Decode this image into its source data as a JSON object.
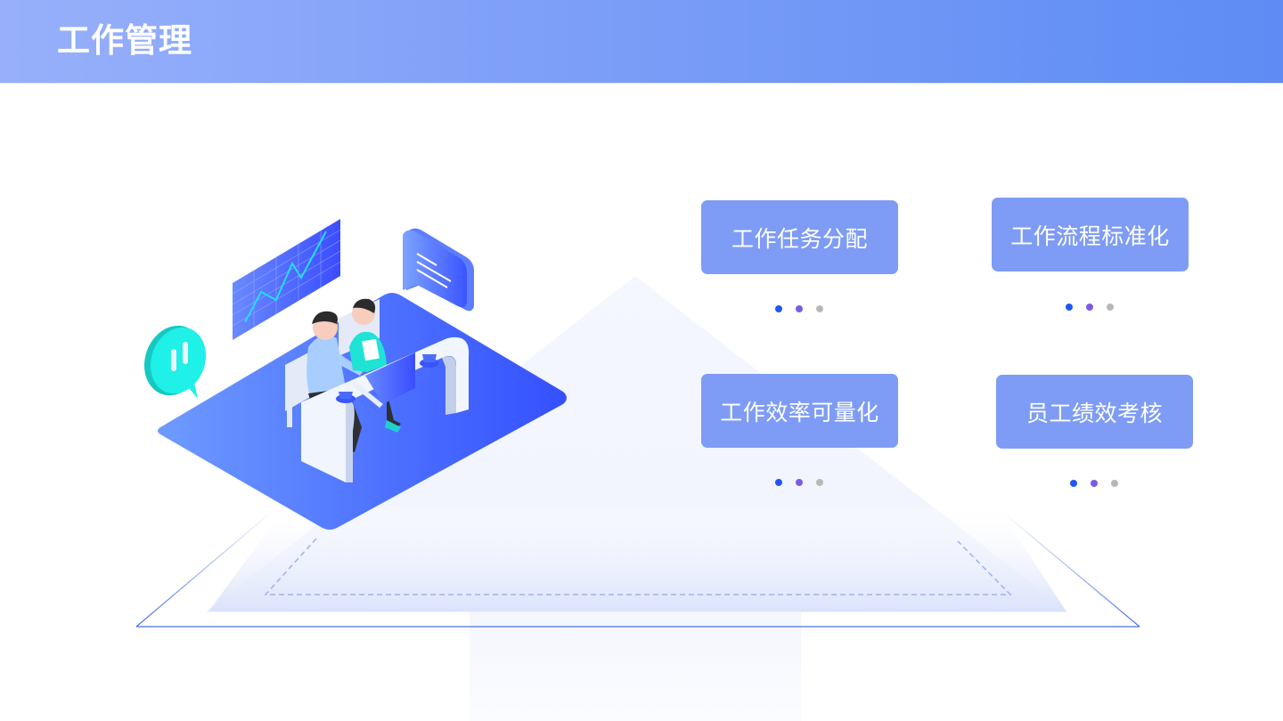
{
  "header": {
    "title": "工作管理",
    "gradient_start": "#98b0fb",
    "gradient_end": "#5d8cf4"
  },
  "cards": [
    {
      "label": "工作任务分配"
    },
    {
      "label": "工作流程标准化"
    },
    {
      "label": "工作效率可量化"
    },
    {
      "label": "员工绩效考核"
    }
  ],
  "dot_colors": [
    "#2156f0",
    "#7a5ce6",
    "#b8b8b8"
  ],
  "colors": {
    "card_bg": "#7e9cf5",
    "platform_start": "#6b96ff",
    "platform_end": "#3a55ff",
    "accent_teal": "#1fe3dc",
    "line_blue": "#4a6fe8"
  },
  "illustration": {
    "icons": [
      "chart-board-icon",
      "chat-bubble-icon",
      "pause-bubble-icon",
      "desk-workers-icon"
    ]
  }
}
